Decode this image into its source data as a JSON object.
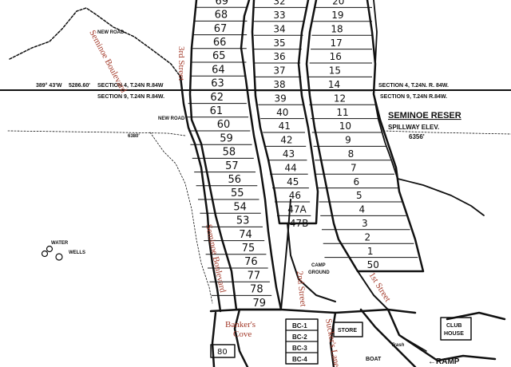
{
  "survey": {
    "bearing": "389° 43'W",
    "distance": "5286.60'",
    "section4_left": "SECTION 4, T.24N R.84W",
    "section9_left": "SECTION 9, T.24N R.84W.",
    "section4_right": "SECTION 4, T.24N. R. 84W.",
    "section9_right": "SECTION 9, T.24N R.84W."
  },
  "reservoir": {
    "name": "SEMINOE RESER",
    "spillway_label": "SPILLWAY ELEV.",
    "spillway_elev": "6356'"
  },
  "contour_label": "6380'",
  "roads": {
    "new_road_top": "NEW ROAD",
    "new_road_mid": "NEW ROAD"
  },
  "streets": {
    "seminoe_blvd_top": "Seminoe Boulevard",
    "seminoe_blvd_bottom": "Seminoe Boulevard",
    "third": "3rd Street",
    "second": "2nd Street",
    "first": "1st Street",
    "suckers_lane": "Sucker's Lane"
  },
  "places": {
    "camp_ground_1": "CAMP",
    "camp_ground_2": "GROUND",
    "bankers_cove_1": "Banker's",
    "bankers_cove_2": "Cove",
    "store": "STORE",
    "club_house_1": "CLUB",
    "club_house_2": "HOUSE",
    "trash": "Trash",
    "boat": "BOAT",
    "ramp": "←RAMP",
    "water_wells_1": "WATER",
    "water_wells_2": "WELLS"
  },
  "lots_west": [
    "69",
    "68",
    "67",
    "66",
    "65",
    "64",
    "63",
    "62",
    "61",
    "60",
    "59",
    "58",
    "57",
    "56",
    "55",
    "54",
    "53",
    "74",
    "75",
    "76",
    "77",
    "78",
    "79"
  ],
  "lots_middle": [
    "32",
    "33",
    "34",
    "35",
    "36",
    "37",
    "38",
    "39",
    "40",
    "41",
    "42",
    "43",
    "44",
    "45",
    "46",
    "47A",
    "47B"
  ],
  "lots_east": [
    "20",
    "19",
    "18",
    "17",
    "16",
    "15",
    "14",
    "12",
    "11",
    "10",
    "9",
    "8",
    "7",
    "6",
    "5",
    "4",
    "3",
    "2",
    "1",
    "50"
  ],
  "bc_lots": [
    "BC-1",
    "BC-2",
    "BC-3",
    "BC-4"
  ],
  "lot_80": "80"
}
